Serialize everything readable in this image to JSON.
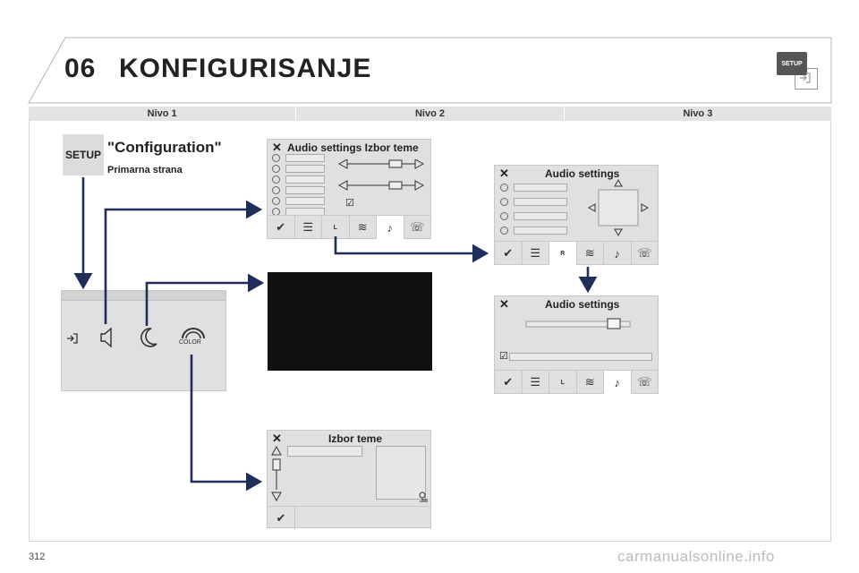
{
  "chapter": {
    "number": "06",
    "title": "KONFIGURISANJE",
    "badge": "SETUP"
  },
  "levels": [
    "Nivo 1",
    "Nivo 2",
    "Nivo 3"
  ],
  "setup_key": "SETUP",
  "config": {
    "title": "\"Configuration\"",
    "subtitle": "Primarna strana"
  },
  "main_screen": {
    "color_label": "COLOR"
  },
  "screens": {
    "level2_audio": {
      "title": "Audio settings Izbor teme"
    },
    "level3_audio_a": {
      "title": "Audio settings"
    },
    "level3_audio_b": {
      "title": "Audio settings"
    },
    "level2_theme": {
      "title": "Izbor teme"
    }
  },
  "lr_label": {
    "l": "L",
    "r": "R"
  },
  "footer": {
    "page": "312",
    "watermark": "carmanualsonline.info"
  },
  "colors": {
    "arrow": "#1f2f5a",
    "screen_bg": "#e0e0e0",
    "level_bar": "#e3e3e3"
  }
}
